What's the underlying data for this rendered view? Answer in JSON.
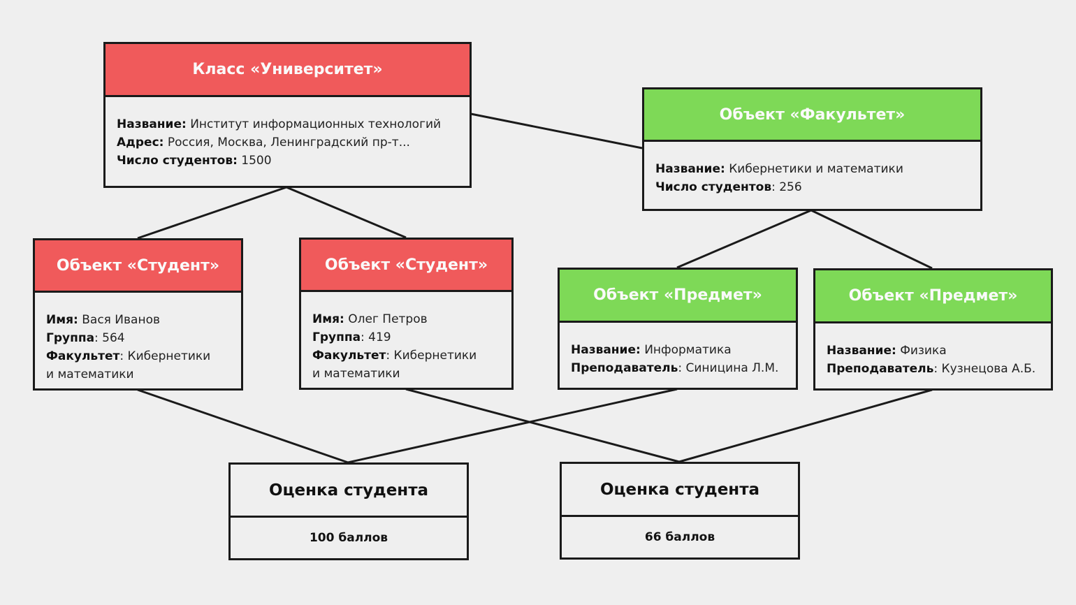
{
  "colors": {
    "class": "#f05a5b",
    "object": "#7ed957",
    "line": "#1a1a1a",
    "background": "#efefef"
  },
  "nodes": {
    "university": {
      "title": "Класс «Университет»",
      "rows": [
        {
          "label": "Название:",
          "value": " Институт информационных технологий"
        },
        {
          "label": "Адрес:",
          "value": " Россия, Москва, Ленинградский пр-т..."
        },
        {
          "label": "Число студентов:",
          "value": " 1500"
        }
      ]
    },
    "faculty": {
      "title": "Объект «Факультет»",
      "rows": [
        {
          "label": "Название:",
          "value": " Кибернетики и математики"
        },
        {
          "label": "Число студентов",
          "value": ": 256"
        }
      ]
    },
    "student1": {
      "title": "Объект «Студент»",
      "rows": [
        {
          "label": "Имя:",
          "value": " Вася Иванов"
        },
        {
          "label": "Группа",
          "value": ": 564"
        },
        {
          "label": "Факультет",
          "value": ": Кибернетики"
        },
        {
          "label": "",
          "value": "и математики"
        }
      ]
    },
    "student2": {
      "title": "Объект «Студент»",
      "rows": [
        {
          "label": "Имя:",
          "value": " Олег Петров"
        },
        {
          "label": "Группа",
          "value": ": 419"
        },
        {
          "label": "Факультет",
          "value": ": Кибернетики"
        },
        {
          "label": "",
          "value": "и математики"
        }
      ]
    },
    "subject1": {
      "title": "Объект «Предмет»",
      "rows": [
        {
          "label": "Название:",
          "value": " Информатика"
        },
        {
          "label": "Преподаватель",
          "value": ": Синицина Л.М."
        }
      ]
    },
    "subject2": {
      "title": "Объект «Предмет»",
      "rows": [
        {
          "label": "Название:",
          "value": " Физика"
        },
        {
          "label": "Преподаватель",
          "value": ": Кузнецова А.Б."
        }
      ]
    },
    "grade1": {
      "title": "Оценка студента",
      "value": "100 баллов"
    },
    "grade2": {
      "title": "Оценка студента",
      "value": "66 баллов"
    }
  }
}
